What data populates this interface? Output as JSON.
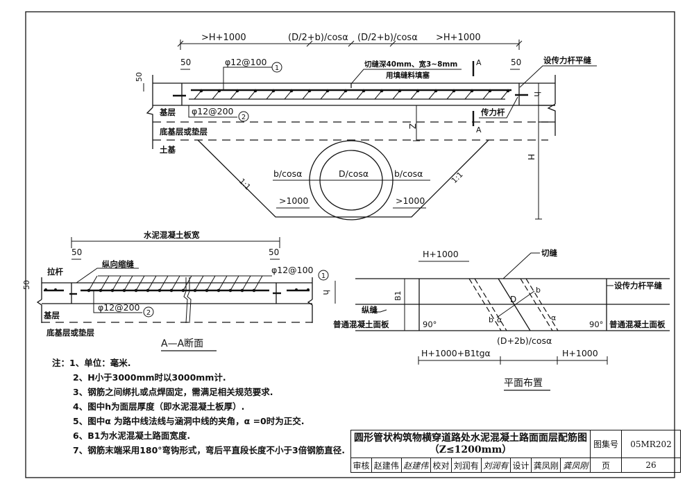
{
  "drawing": {
    "top_view": {
      "dims_top": [
        ">H+1000",
        "(D/2+b)/cosα",
        "(D/2+b)/cosα",
        ">H+1000"
      ],
      "dim_50_left": "50",
      "dim_50_right": "50",
      "dim_50_vertical": "50",
      "rebar_1": "φ12@100",
      "rebar_1_marker": "1",
      "rebar_2": "φ12@200",
      "rebar_2_marker": "2",
      "cut_joint_note_line1": "切缝深40mm、宽3~8mm",
      "cut_joint_note_line2": "用填缝料填塞",
      "section_mark_top": "A",
      "section_mark_bottom": "A",
      "dowel_joint_label": "设传力杆平缝",
      "dowel_label": "传力杆",
      "h_label": "h",
      "Z_label": "Z",
      "H_label": "H",
      "layer_base": "基层",
      "layer_subbase": "底基层或垫层",
      "layer_subgrade": "土基",
      "slope_left": "1:1",
      "slope_right": "1:1",
      "pipe_wall_left": "b/cosα",
      "pipe_diameter": "D/cosα",
      "pipe_wall_right": "b/cosα",
      "bottom_left": ">1000",
      "bottom_right": ">1000"
    },
    "section_aa": {
      "width_label": "水泥混凝土板宽",
      "dim_50_left": "50",
      "dim_50_right": "50",
      "dim_50_vertical": "50",
      "long_joint_label": "纵向缩缝",
      "tie_bar_label": "拉杆",
      "rebar_1": "φ12@100",
      "rebar_1_marker": "1",
      "rebar_2": "φ12@200",
      "rebar_2_marker": "2",
      "h_label": "h",
      "layer_base": "基层",
      "layer_subbase": "底基层或垫层",
      "title": "A—A断面"
    },
    "plan_view": {
      "top_dim": "H+1000",
      "cut_joint_label": "切缝",
      "dowel_joint_label": "设传力杆平缝",
      "long_joint_label": "纵缝",
      "B1_label": "B1",
      "plain_slab_left": "普通混凝土面板",
      "plain_slab_right": "普通混凝土面板",
      "angle_left": "90°",
      "angle_right": "90°",
      "D_label": "D",
      "b_label_top": "b",
      "b_label_bottom": "b",
      "alpha_1": "α",
      "alpha_2": "α",
      "middle_dim": "(D+2b)/cosα",
      "bottom_left_dim": "H+1000+B1tgα",
      "bottom_right_dim": "H+1000",
      "title": "平面布置"
    }
  },
  "notes": {
    "prefix": "注：",
    "items": [
      "1、单位：毫米.",
      "2、H小于3000mm时以3000mm计.",
      "3、钢筋之间绑扎或点焊固定，需满足相关规范要求.",
      "4、图中h为面层厚度（即水泥混凝土板厚）.",
      "5、图中α 为路中线法线与涵洞中线的夹角，α =0时为正交.",
      "6、B1为水泥混凝土路面宽度.",
      "7、钢筋末端采用180°弯钩形式，弯后平直段长度不小于3倍钢筋直径."
    ]
  },
  "title_block": {
    "title_line1": "圆形管状构筑物横穿道路处水泥混凝土路面面层配筋图",
    "title_line2": "（Z≤1200mm）",
    "atlas_label": "图集号",
    "atlas_no": "05MR202",
    "review_label": "审核",
    "reviewer": "赵建伟",
    "reviewer_sig": "赵建伟",
    "check_label": "校对",
    "checker": "刘润有",
    "checker_sig": "刘润有",
    "design_label": "设计",
    "designer": "龚凤刚",
    "designer_sig": "龚凤刚",
    "page_label": "页",
    "page_no": "26"
  }
}
